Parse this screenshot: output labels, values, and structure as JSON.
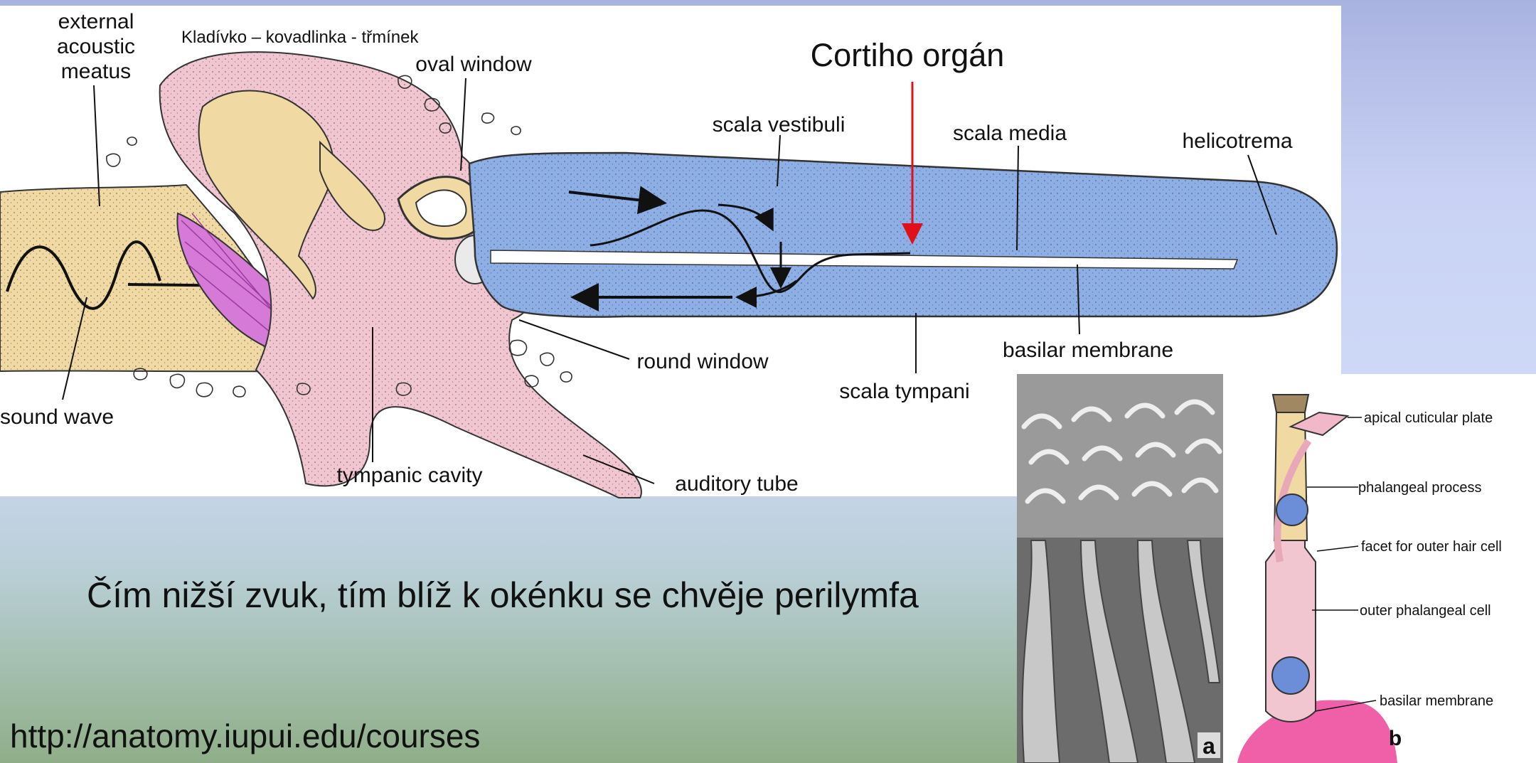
{
  "ear_diagram": {
    "ossicles_note": "Kladívko – kovadlinka - třmínek",
    "corti_label": "Cortiho orgán",
    "labels": {
      "external_meatus_1": "external",
      "external_meatus_2": "acoustic",
      "external_meatus_3": "meatus",
      "oval_window": "oval window",
      "scala_vestibuli": "scala vestibuli",
      "scala_media": "scala media",
      "helicotrema": "helicotrema",
      "basilar_membrane": "basilar membrane",
      "round_window": "round window",
      "scala_tympani": "scala tympani",
      "sound_wave": "sound wave",
      "tympanic_cavity": "tympanic cavity",
      "auditory_tube": "auditory tube"
    }
  },
  "hair_cell_figure": {
    "panel_a_letter": "a",
    "panel_b_letter": "b",
    "labels": {
      "apical_plate": "apical cuticular plate",
      "phalangeal_process": "phalangeal process",
      "facet": "facet for outer hair cell",
      "outer_phalangeal_cell": "outer phalangeal cell",
      "basilar_membrane": "basilar membrane"
    }
  },
  "caption": "Čím nižší zvuk, tím blíž k okénku se chvěje perilymfa",
  "source_url": "http://anatomy.iupui.edu/courses",
  "colors": {
    "scala_blue": "#8eaee6",
    "tissue_pink": "#f1c6d0",
    "bone_tan": "#f1d9a4",
    "membrane_magenta": "#d67ad8",
    "corti_arrow": "#e0101a",
    "base_pink": "#f060a8"
  }
}
